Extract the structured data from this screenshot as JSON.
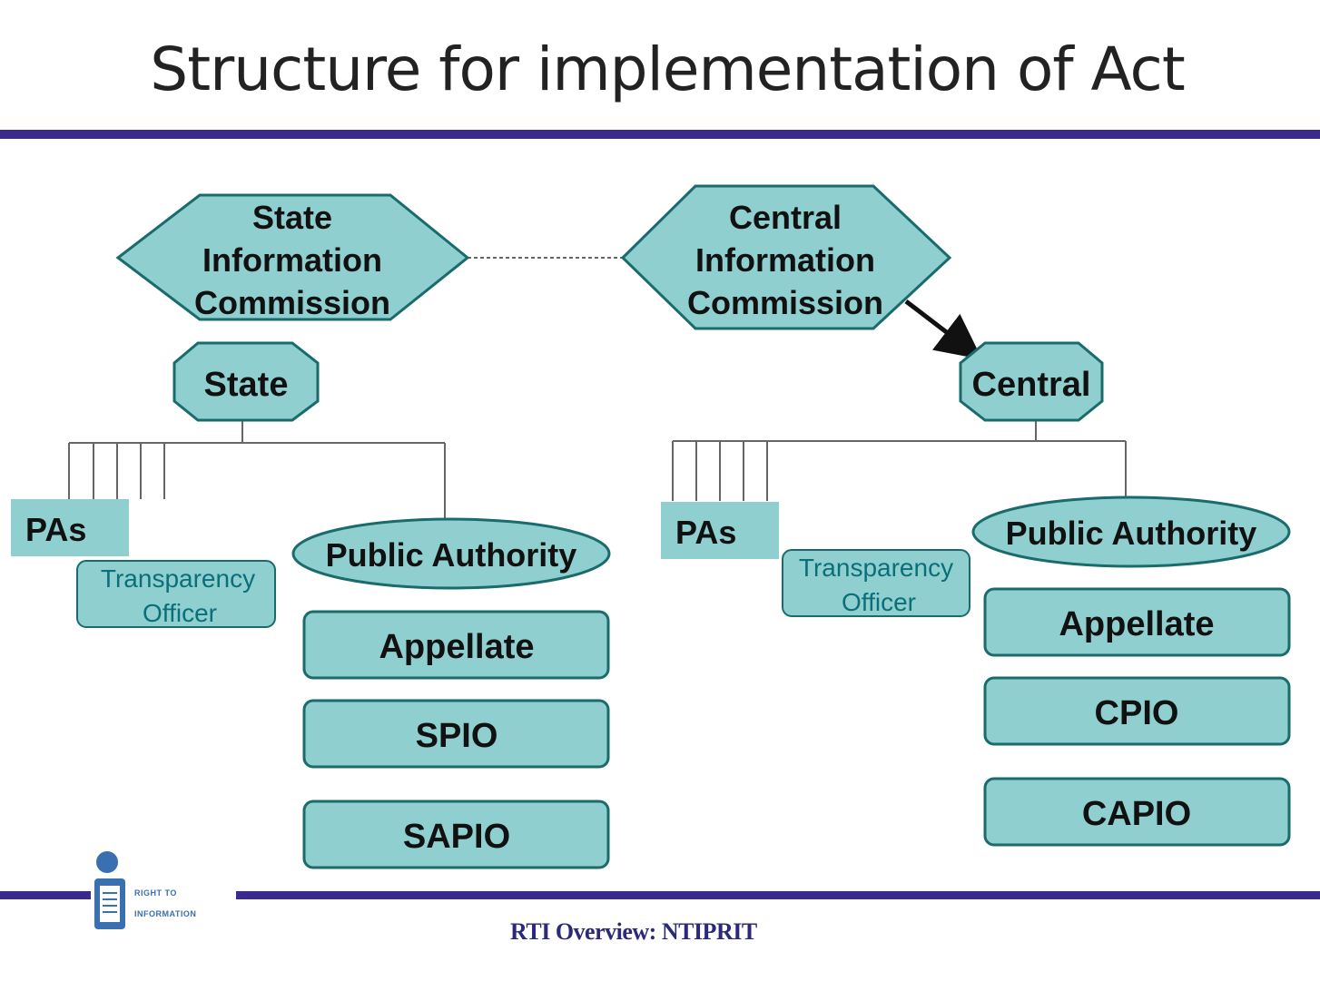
{
  "title": "Structure for implementation of Act",
  "footer": "RTI Overview: NTIPRIT",
  "logo": {
    "line1": "RIGHT TO",
    "line2": "INFORMATION"
  },
  "colors": {
    "node_fill": "#8fcfcf",
    "node_stroke": "#1a6b6b",
    "rule": "#3b2a8e"
  },
  "state_side": {
    "commission": [
      "State",
      "Information",
      "Commission"
    ],
    "level": "State",
    "pas": "PAs",
    "transparency_officer": [
      "Transparency",
      "Officer"
    ],
    "public_authority": "Public Authority",
    "roles": [
      "Appellate",
      "SPIO",
      "SAPIO"
    ]
  },
  "central_side": {
    "commission": [
      "Central",
      "Information",
      "Commission"
    ],
    "level": "Central",
    "pas": "PAs",
    "transparency_officer": [
      "Transparency",
      "Officer"
    ],
    "public_authority": "Public Authority",
    "roles": [
      "Appellate",
      "CPIO",
      "CAPIO"
    ]
  }
}
